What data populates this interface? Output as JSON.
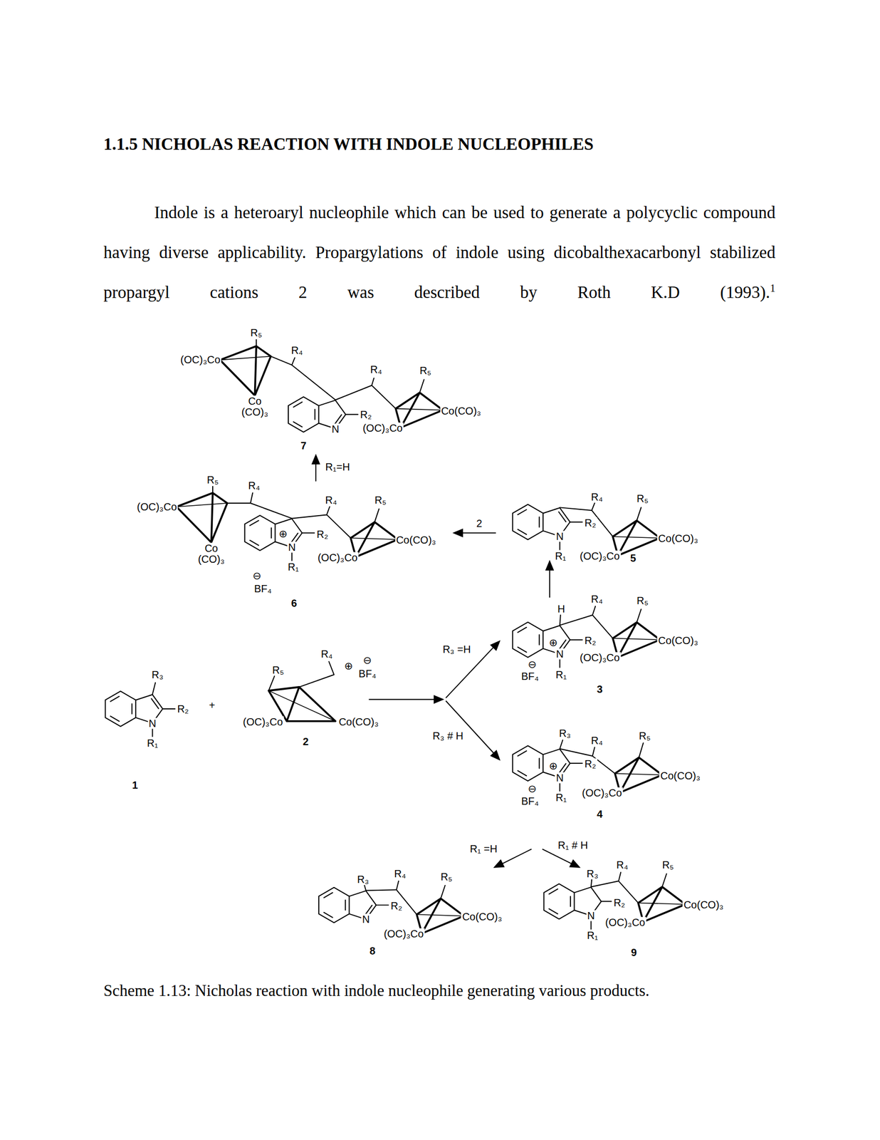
{
  "diagram": {
    "title": "1.1.5 NICHOLAS REACTION WITH INDOLE NUCLEOPHILES",
    "caption": "Scheme 1.13: Nicholas reaction with indole nucleophile generating various products.",
    "labels": [
      "Indole is a heteroaryl nucleophile which can be used to generate a polycyclic compound having diverse applicability. Propargylations of indole using dicobalthexacarbonyl stabilized propargyl cations 2 was described by Roth K.D (1993).",
      "1",
      "R₅",
      "(OC)₃Co",
      "R₄",
      "R₄",
      "R₅",
      "Co",
      "(CO)₃",
      "R₂",
      "Co(CO)₃",
      "N",
      "(OC)₃Co",
      "7",
      "R₁=H",
      "R₅",
      "R₄",
      "(OC)₃Co",
      "R₄",
      "R₅",
      "⊕",
      "R₂",
      "Co(CO)₃",
      "Co",
      "(CO)₃",
      "N",
      "(OC)₃Co",
      "R₁",
      "⊖",
      "BF₄",
      "6",
      "2",
      "R₄",
      "R₅",
      "R₂",
      "Co(CO)₃",
      "N",
      "(OC)₃Co",
      "R₁",
      "5",
      "H",
      "R₄",
      "R₅",
      "R₂",
      "⊕",
      "Co(CO)₃",
      "N",
      "(OC)₃Co",
      "⊖",
      "R₁",
      "BF₄",
      "3",
      "R₃ =H",
      "R₄",
      "⊖",
      "⊕",
      "BF₄",
      "R₅",
      "R₃",
      "R₂",
      "+",
      "(OC)₃Co",
      "Co(CO)₃",
      "N",
      "R₁",
      "R₃ # H",
      "2",
      "1",
      "R₃",
      "R₄",
      "R₅",
      "R₂",
      "⊕",
      "Co(CO)₃",
      "N",
      "⊖",
      "(OC)₃Co",
      "R₁",
      "BF₄",
      "4",
      "R₁ =H",
      "R₁ # H",
      "R₄",
      "R₃",
      "R₅",
      "R₂",
      "Co(CO)₃",
      "N",
      "(OC)₃Co",
      "8",
      "R₄",
      "R₅",
      "R₃",
      "R₂",
      "Co(CO)₃",
      "N",
      "(OC)₃Co",
      "R₁",
      "9"
    ]
  }
}
